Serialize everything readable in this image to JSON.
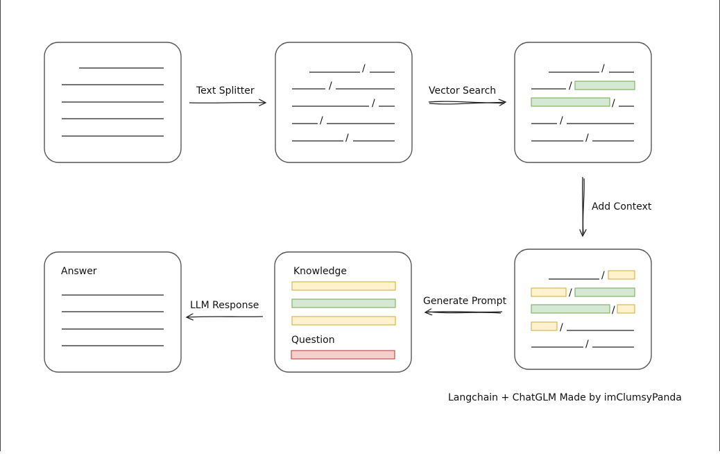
{
  "diagram": {
    "steps": [
      {
        "id": "document"
      },
      {
        "id": "chunks"
      },
      {
        "id": "search-results"
      },
      {
        "id": "context-chunks"
      },
      {
        "id": "prompt",
        "knowledge_label": "Knowledge",
        "question_label": "Question"
      },
      {
        "id": "answer",
        "answer_label": "Answer"
      }
    ],
    "edges": [
      {
        "label": "Text Splitter"
      },
      {
        "label": "Vector Search"
      },
      {
        "label": "Add Context"
      },
      {
        "label": "Generate Prompt"
      },
      {
        "label": "LLM Response"
      }
    ],
    "credit": "Langchain + ChatGLM Made by imClumsyPanda",
    "colors": {
      "green_fill": "#d5e8d4",
      "green_stroke": "#82b366",
      "yellow_fill": "#fff2cc",
      "yellow_stroke": "#d6b656",
      "red_fill": "#f8cecc",
      "red_stroke": "#b85450",
      "card_stroke": "#555555"
    }
  }
}
